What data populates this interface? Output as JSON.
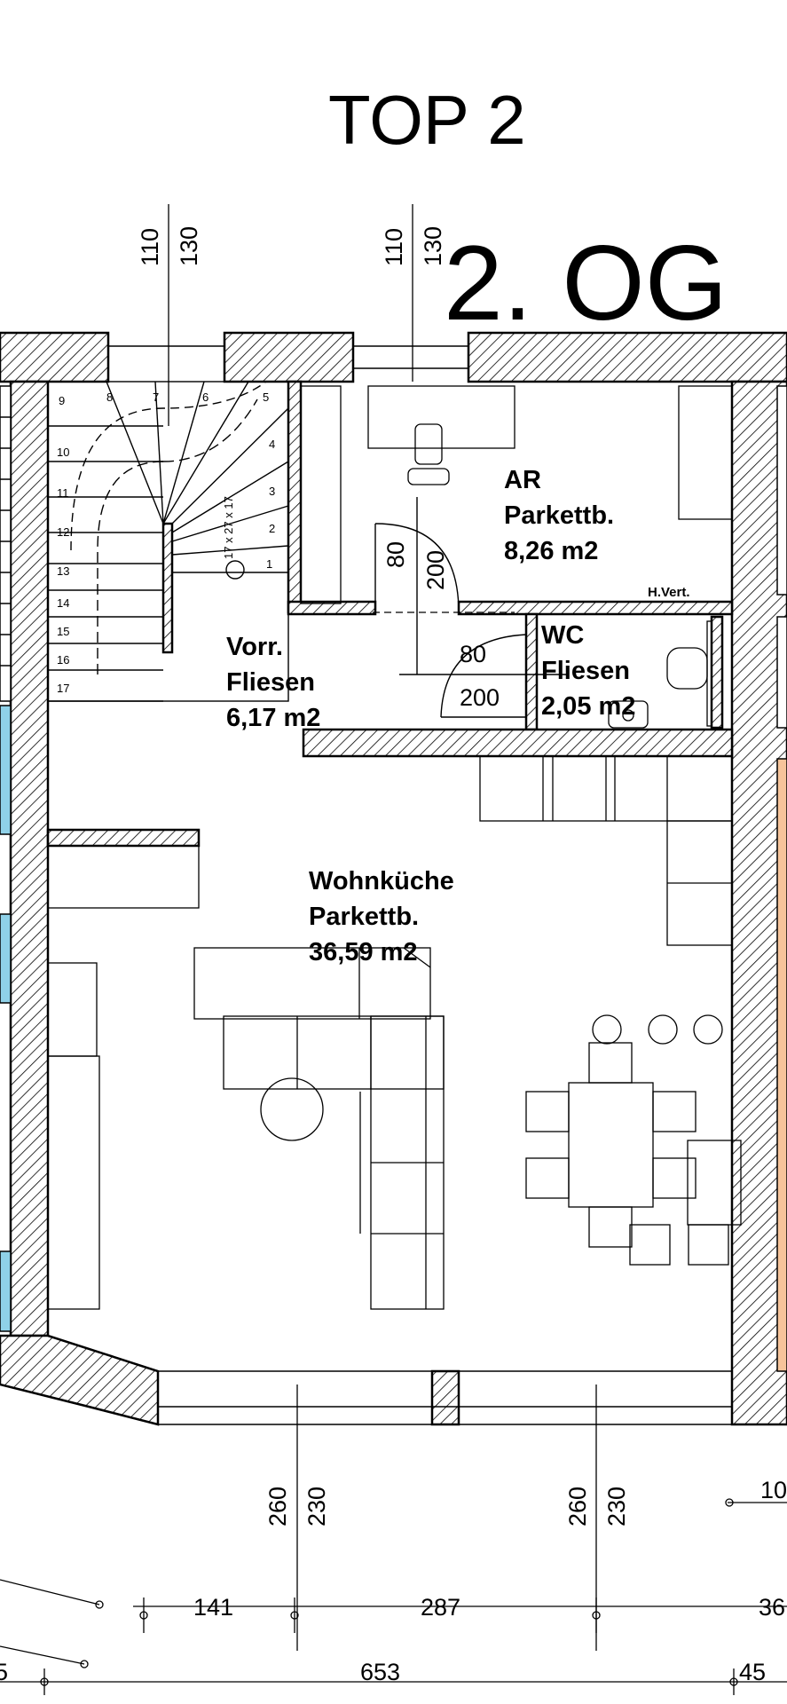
{
  "header": {
    "title": "TOP 2",
    "floor": "2. OG"
  },
  "rooms": [
    {
      "name": "AR",
      "floor_type": "Parkettb.",
      "area": "8,26 m2"
    },
    {
      "name": "WC",
      "floor_type": "Fliesen",
      "area": "2,05 m2"
    },
    {
      "name": "Vorr.",
      "floor_type": "Fliesen",
      "area": "6,17 m2"
    },
    {
      "name": "Wohnküche",
      "floor_type": "Parkettb.",
      "area": "36,59 m2"
    }
  ],
  "labels": {
    "distributor": "H.Vert.",
    "stair_note": "17 x 27 x 17"
  },
  "door_dims": {
    "top": [
      "110",
      "130",
      "110",
      "130"
    ],
    "ar_door": [
      "80",
      "200"
    ],
    "wc_door": [
      "80",
      "200"
    ],
    "bottom": [
      "260",
      "230",
      "260",
      "230"
    ]
  },
  "stair_steps": [
    "1",
    "2",
    "3",
    "4",
    "5",
    "6",
    "7",
    "8",
    "9",
    "10",
    "11",
    "12",
    "13",
    "14",
    "15",
    "16",
    "17"
  ],
  "dimensions": {
    "row1": [
      "141",
      "287",
      "36"
    ],
    "row2": [
      "653",
      "45"
    ],
    "row2_left": "5",
    "right_partial": "10"
  },
  "colors": {
    "wall_hatch": "#000000",
    "window_blue": "#8fd1e8",
    "window_orange": "#f7c49a"
  }
}
